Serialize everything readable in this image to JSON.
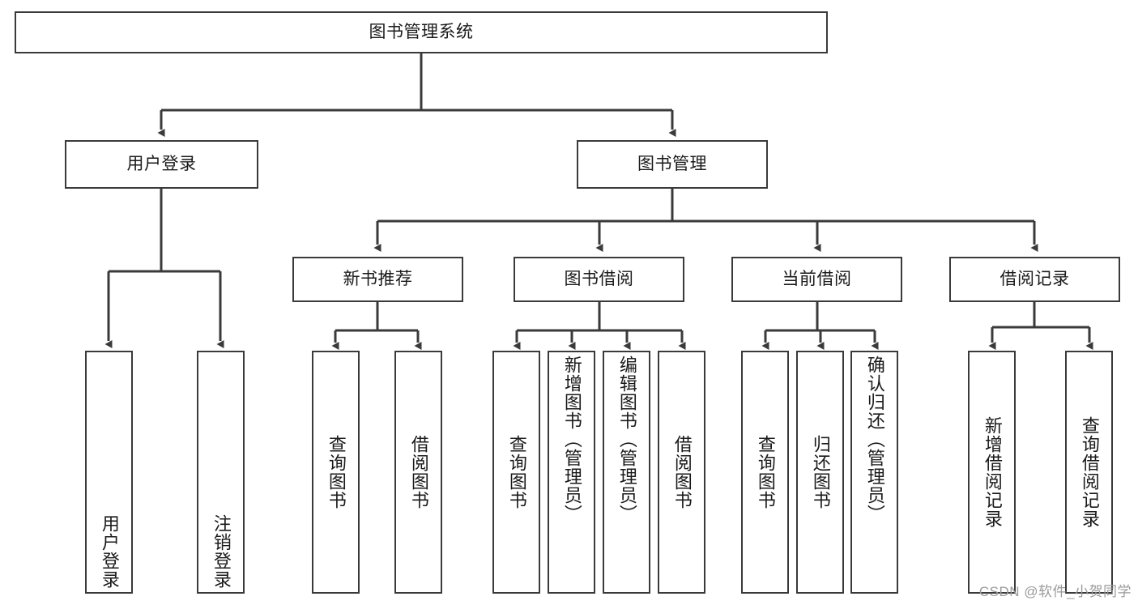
{
  "diagram": {
    "type": "tree-hierarchy",
    "title_text": "图书管理系统",
    "watermark": "CSDN @软件_小贺同学",
    "colors": {
      "box_border": "#3a3a3a",
      "box_fill": "#ffffff",
      "connector": "#3a3a3a",
      "text": "#1a1a1a",
      "watermark": "#9a9a9a"
    },
    "nodes": {
      "root": {
        "label": "图书管理系统",
        "level": 1,
        "orientation": "horizontal"
      },
      "n_user_login": {
        "label": "用户登录",
        "level": 2,
        "orientation": "horizontal"
      },
      "n_book_mgmt": {
        "label": "图书管理",
        "level": 2,
        "orientation": "horizontal"
      },
      "n_new_book_rec": {
        "label": "新书推荐",
        "level": 3,
        "orientation": "horizontal"
      },
      "n_book_borrow": {
        "label": "图书借阅",
        "level": 3,
        "orientation": "horizontal"
      },
      "n_current_borrow": {
        "label": "当前借阅",
        "level": 3,
        "orientation": "horizontal"
      },
      "n_borrow_record": {
        "label": "借阅记录",
        "level": 3,
        "orientation": "horizontal"
      },
      "leaf_user_login": {
        "label": "用户登录",
        "level": 4,
        "orientation": "vertical"
      },
      "leaf_user_logout": {
        "label": "注销登录",
        "level": 4,
        "orientation": "vertical"
      },
      "leaf_query_book_1": {
        "label": "查询图书",
        "level": 4,
        "orientation": "vertical"
      },
      "leaf_borrow_book_1": {
        "label": "借阅图书",
        "level": 4,
        "orientation": "vertical"
      },
      "leaf_query_book_2": {
        "label": "查询图书",
        "level": 4,
        "orientation": "vertical"
      },
      "leaf_add_book": {
        "label": "新增图书（管理员）",
        "level": 4,
        "orientation": "vertical"
      },
      "leaf_edit_book": {
        "label": "编辑图书（管理员）",
        "level": 4,
        "orientation": "vertical"
      },
      "leaf_borrow_book_2": {
        "label": "借阅图书",
        "level": 4,
        "orientation": "vertical"
      },
      "leaf_query_book_3": {
        "label": "查询图书",
        "level": 4,
        "orientation": "vertical"
      },
      "leaf_return_book": {
        "label": "归还图书",
        "level": 4,
        "orientation": "vertical"
      },
      "leaf_confirm_return": {
        "label": "确认归还（管理员）",
        "level": 4,
        "orientation": "vertical"
      },
      "leaf_add_record": {
        "label": "新增借阅记录",
        "level": 4,
        "orientation": "vertical"
      },
      "leaf_query_record": {
        "label": "查询借阅记录",
        "level": 4,
        "orientation": "vertical"
      }
    },
    "edges": [
      {
        "from": "root",
        "to": "n_user_login"
      },
      {
        "from": "root",
        "to": "n_book_mgmt"
      },
      {
        "from": "n_user_login",
        "to": "leaf_user_login"
      },
      {
        "from": "n_user_login",
        "to": "leaf_user_logout"
      },
      {
        "from": "n_book_mgmt",
        "to": "n_new_book_rec"
      },
      {
        "from": "n_book_mgmt",
        "to": "n_book_borrow"
      },
      {
        "from": "n_book_mgmt",
        "to": "n_current_borrow"
      },
      {
        "from": "n_book_mgmt",
        "to": "n_borrow_record"
      },
      {
        "from": "n_new_book_rec",
        "to": "leaf_query_book_1"
      },
      {
        "from": "n_new_book_rec",
        "to": "leaf_borrow_book_1"
      },
      {
        "from": "n_book_borrow",
        "to": "leaf_query_book_2"
      },
      {
        "from": "n_book_borrow",
        "to": "leaf_add_book"
      },
      {
        "from": "n_book_borrow",
        "to": "leaf_edit_book"
      },
      {
        "from": "n_book_borrow",
        "to": "leaf_borrow_book_2"
      },
      {
        "from": "n_current_borrow",
        "to": "leaf_query_book_3"
      },
      {
        "from": "n_current_borrow",
        "to": "leaf_return_book"
      },
      {
        "from": "n_current_borrow",
        "to": "leaf_confirm_return"
      },
      {
        "from": "n_borrow_record",
        "to": "leaf_add_record"
      },
      {
        "from": "n_borrow_record",
        "to": "leaf_query_record"
      }
    ]
  }
}
